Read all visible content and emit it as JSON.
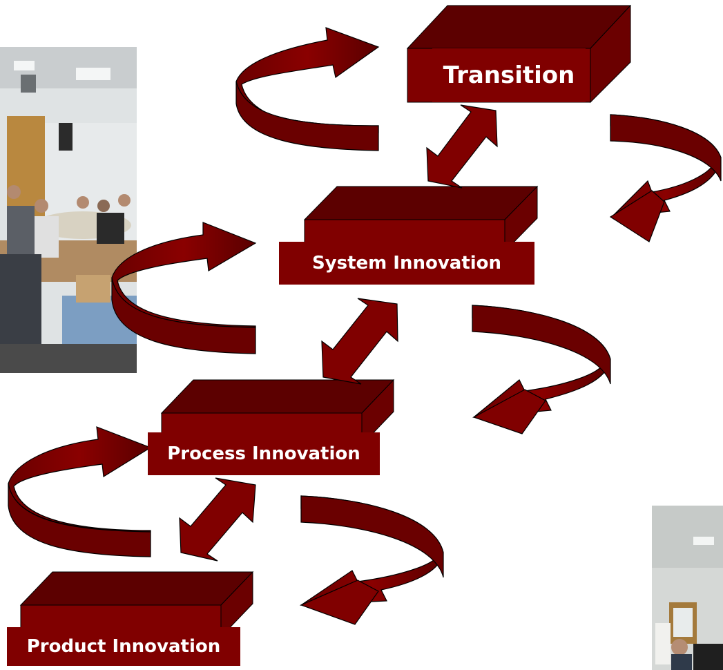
{
  "levels": {
    "transition": "Transition",
    "system": "System Innovation",
    "process": "Process Innovation",
    "product": "Product Innovation"
  },
  "colors": {
    "block_front": "#800000",
    "block_top": "#5c0000",
    "block_side": "#6b0000",
    "arrow_fill": "#800000",
    "arrow_dark": "#4a0000",
    "outline": "#000000",
    "label_text": "#ffffff"
  },
  "photos": [
    {
      "name": "workshop-photo-left",
      "content": "workshop participants seated around tables"
    },
    {
      "name": "workshop-photo-right",
      "content": "workshop room with flipchart"
    }
  ]
}
